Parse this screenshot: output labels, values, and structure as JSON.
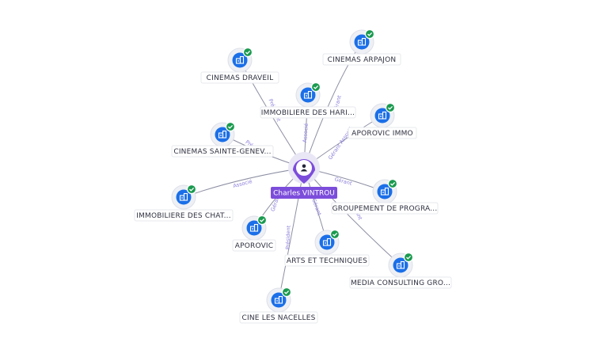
{
  "center": {
    "name": "Charles VINTROU",
    "icon": "person-icon"
  },
  "companies": [
    {
      "id": "cinemas-draveil",
      "label": "CINEMAS DRAVEIL",
      "icon": "building-icon",
      "verified": true,
      "relation": "Président"
    },
    {
      "id": "cinemas-arpajon",
      "label": "CINEMAS ARPAJON",
      "icon": "building-icon",
      "verified": true,
      "relation": "Gérant"
    },
    {
      "id": "immobiliere-des-hari",
      "label": "IMMOBILIERE DES HARI...",
      "icon": "building-icon",
      "verified": true,
      "relation": "Associé"
    },
    {
      "id": "aporovic-immo",
      "label": "APOROVIC IMMO",
      "icon": "building-icon",
      "verified": true,
      "relation": "Gérant Associé"
    },
    {
      "id": "cinemas-sainte-genev",
      "label": "CINEMAS SAINTE-GENEV...",
      "icon": "building-icon",
      "verified": true,
      "relation": "Président"
    },
    {
      "id": "immobiliere-des-chat",
      "label": "IMMOBILIERE DES CHAT...",
      "icon": "building-icon",
      "verified": true,
      "relation": "Associé"
    },
    {
      "id": "groupement-de-progra",
      "label": "GROUPEMENT DE PROGRA...",
      "icon": "building-icon",
      "verified": true,
      "relation": "Gérant"
    },
    {
      "id": "aporovic",
      "label": "APOROVIC",
      "icon": "building-icon",
      "verified": true,
      "relation": "Gérant"
    },
    {
      "id": "arts-et-techniques",
      "label": "ARTS ET TECHNIQUES",
      "icon": "building-icon",
      "verified": true,
      "relation": "Gérant"
    },
    {
      "id": "media-consulting-gro",
      "label": "MEDIA CONSULTING GRO...",
      "icon": "building-icon",
      "verified": true,
      "relation": "Gérant"
    },
    {
      "id": "cine-les-nacelles",
      "label": "CINE LES NACELLES",
      "icon": "building-icon",
      "verified": true,
      "relation": "Président"
    }
  ],
  "colors": {
    "node_blue": "#1b6fe8",
    "check_green": "#1a9a4f",
    "center_purple": "#7c4ddb",
    "edge_label": "#8b7fd9"
  }
}
